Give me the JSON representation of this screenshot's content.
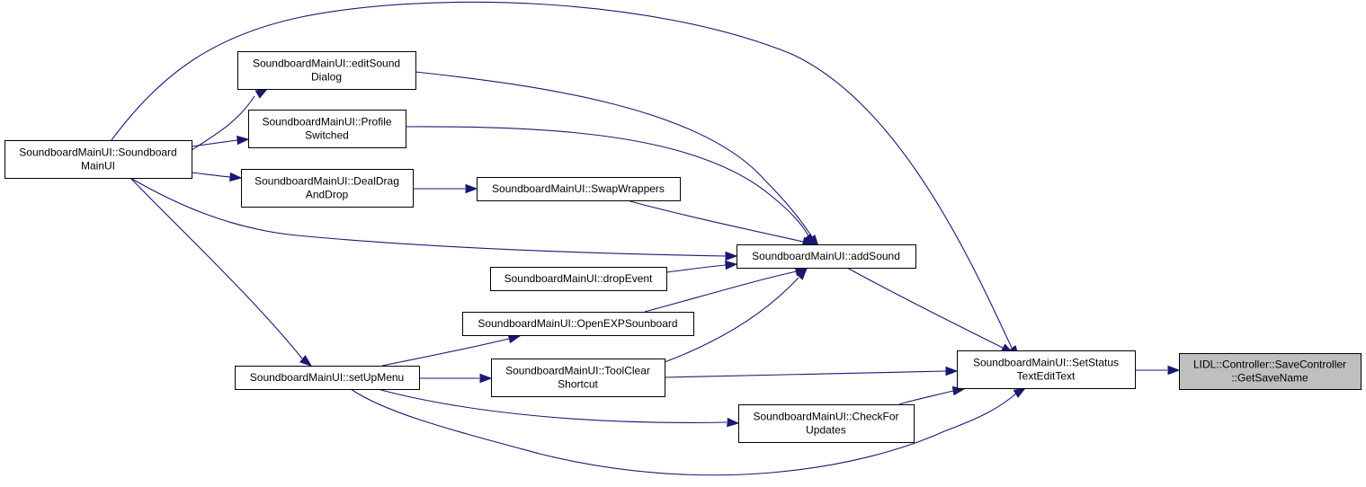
{
  "diagram": {
    "type": "call-graph",
    "highlight_fill": "#bfbfbf",
    "edge_color": "#191970",
    "nodes": [
      {
        "id": "n_ctor",
        "lines": [
          "SoundboardMainUI::Soundboard",
          "MainUI"
        ]
      },
      {
        "id": "n_edit",
        "lines": [
          "SoundboardMainUI::editSound",
          "Dialog"
        ]
      },
      {
        "id": "n_profile",
        "lines": [
          "SoundboardMainUI::Profile",
          "Switched"
        ]
      },
      {
        "id": "n_dragdrop",
        "lines": [
          "SoundboardMainUI::DealDrag",
          "AndDrop"
        ]
      },
      {
        "id": "n_setup",
        "lines": [
          "SoundboardMainUI::setUpMenu"
        ]
      },
      {
        "id": "n_swap",
        "lines": [
          "SoundboardMainUI::SwapWrappers"
        ]
      },
      {
        "id": "n_drop",
        "lines": [
          "SoundboardMainUI::dropEvent"
        ]
      },
      {
        "id": "n_openexp",
        "lines": [
          "SoundboardMainUI::OpenEXPSounboard"
        ]
      },
      {
        "id": "n_toolclr",
        "lines": [
          "SoundboardMainUI::ToolClear",
          "Shortcut"
        ]
      },
      {
        "id": "n_addsound",
        "lines": [
          "SoundboardMainUI::addSound"
        ]
      },
      {
        "id": "n_check",
        "lines": [
          "SoundboardMainUI::CheckFor",
          "Updates"
        ]
      },
      {
        "id": "n_status",
        "lines": [
          "SoundboardMainUI::SetStatus",
          "TextEditText"
        ]
      },
      {
        "id": "n_getsave",
        "lines": [
          "LIDL::Controller::SaveController",
          "::GetSaveName"
        ],
        "highlighted": true
      }
    ],
    "edges": [
      {
        "from": "n_status",
        "to": "n_getsave"
      },
      {
        "from": "n_addsound",
        "to": "n_status"
      },
      {
        "from": "n_ctor",
        "to": "n_status"
      },
      {
        "from": "n_setup",
        "to": "n_status"
      },
      {
        "from": "n_toolclr",
        "to": "n_status"
      },
      {
        "from": "n_check",
        "to": "n_status"
      },
      {
        "from": "n_edit",
        "to": "n_addsound"
      },
      {
        "from": "n_profile",
        "to": "n_addsound"
      },
      {
        "from": "n_swap",
        "to": "n_addsound"
      },
      {
        "from": "n_ctor",
        "to": "n_addsound"
      },
      {
        "from": "n_drop",
        "to": "n_addsound"
      },
      {
        "from": "n_openexp",
        "to": "n_addsound"
      },
      {
        "from": "n_toolclr",
        "to": "n_addsound"
      },
      {
        "from": "n_dragdrop",
        "to": "n_swap"
      },
      {
        "from": "n_ctor",
        "to": "n_edit"
      },
      {
        "from": "n_ctor",
        "to": "n_profile"
      },
      {
        "from": "n_ctor",
        "to": "n_dragdrop"
      },
      {
        "from": "n_ctor",
        "to": "n_setup"
      },
      {
        "from": "n_setup",
        "to": "n_openexp"
      },
      {
        "from": "n_setup",
        "to": "n_toolclr"
      },
      {
        "from": "n_setup",
        "to": "n_check"
      }
    ]
  }
}
